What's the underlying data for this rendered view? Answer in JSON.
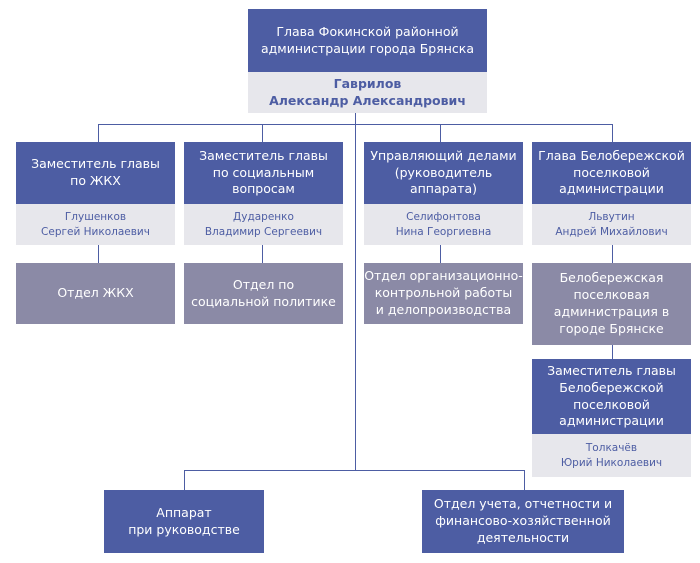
{
  "top": {
    "title": "Глава Фокинской районной\nадминистрации города Брянска",
    "person": "Гаврилов\nАлександр Александрович"
  },
  "deputies": [
    {
      "title": "Заместитель главы\nпо ЖКХ",
      "person": "Глушенков\nСергей Николаевич",
      "dept": "Отдел ЖКХ"
    },
    {
      "title": "Заместитель главы\nпо социальным\nвопросам",
      "person": "Дударенко\nВладимир Сергеевич",
      "dept": "Отдел по\nсоциальной политике"
    },
    {
      "title": "Управляющий делами\n(руководитель\nаппарата)",
      "person": "Селифонтова\nНина Георгиевна",
      "dept": "Отдел организационно-\nконтрольной работы\nи делопроизводства"
    },
    {
      "title": "Глава Белобережской\nпоселковой\nадминистрации",
      "person": "Львутин\nАндрей Михайлович",
      "dept": "Белобережская\nпоселковая\nадминистрация в\nгороде Брянске"
    }
  ],
  "sub_deputy": {
    "title": "Заместитель главы\nБелобережской\nпоселковой\nадминистрации",
    "person": "Толкачёв\nЮрий Николаевич"
  },
  "bottom": [
    {
      "title": "Аппарат\nпри руководстве"
    },
    {
      "title": "Отдел учета, отчетности и\nфинансово-хозяйственной\nдеятельности"
    }
  ]
}
